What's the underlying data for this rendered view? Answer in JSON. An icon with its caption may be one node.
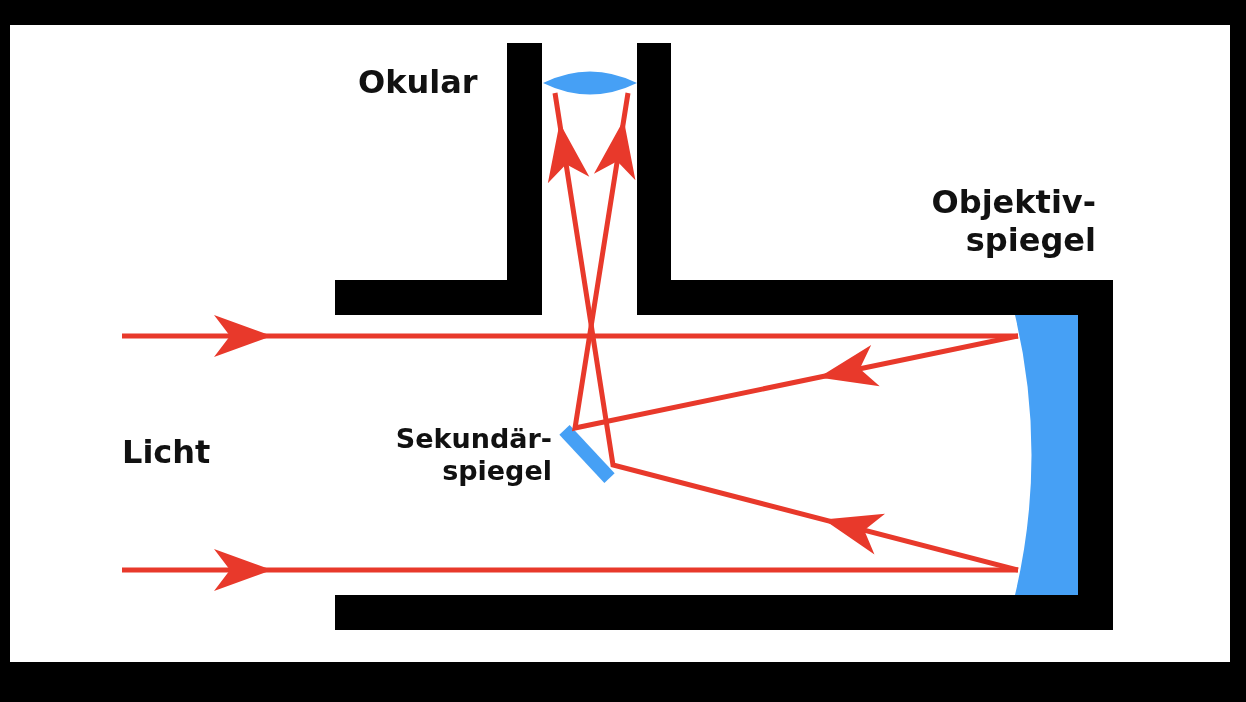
{
  "diagram": {
    "labels": [
      "Okular",
      "Objektiv- spiegel",
      "Licht",
      "Sekundär- spiegel"
    ]
  }
}
